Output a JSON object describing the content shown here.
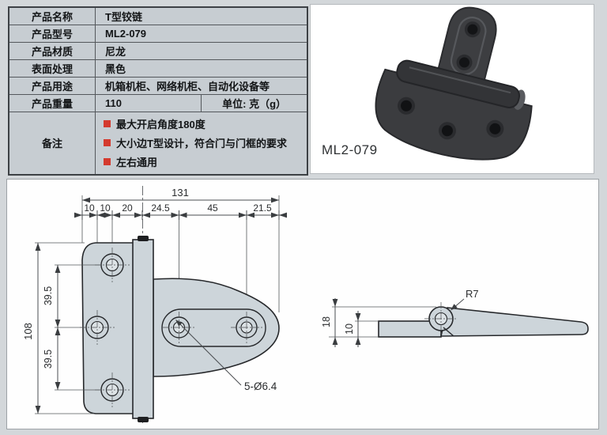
{
  "table": {
    "rows": [
      {
        "label": "产品名称",
        "value": "T型铰链"
      },
      {
        "label": "产品型号",
        "value": "ML2-079"
      },
      {
        "label": "产品材质",
        "value": "尼龙"
      },
      {
        "label": "表面处理",
        "value": "黑色"
      },
      {
        "label": "产品用途",
        "value": "机箱机柜、网络机柜、自动化设备等"
      },
      {
        "label": "产品重量",
        "value": "110",
        "unit": "单位: 克（g）"
      }
    ],
    "remark": {
      "label": "备注",
      "items": [
        "最大开启角度180度",
        "大小边T型设计，符合门与门框的要求",
        "左右通用"
      ]
    }
  },
  "photo": {
    "caption": "ML2-079"
  },
  "drawing": {
    "front_view": {
      "total_width": "131",
      "width_segments": [
        "10",
        "10",
        "20",
        "24.5",
        "45",
        "21.5"
      ],
      "total_height": "108",
      "hole_spacing_upper": "39.5",
      "hole_spacing_lower": "39.5",
      "holes_callout": "5-Ø6.4"
    },
    "side_view": {
      "radius_callout": "R7",
      "total_thickness": "18",
      "plate_thickness": "10"
    }
  },
  "colors": {
    "accent_red": "#d43a2e",
    "table_bg": "#c7cdd2",
    "drawing_fill": "#cdd5da",
    "page_bg": "#d3d7da",
    "hinge_black": "#3b3c3f"
  }
}
